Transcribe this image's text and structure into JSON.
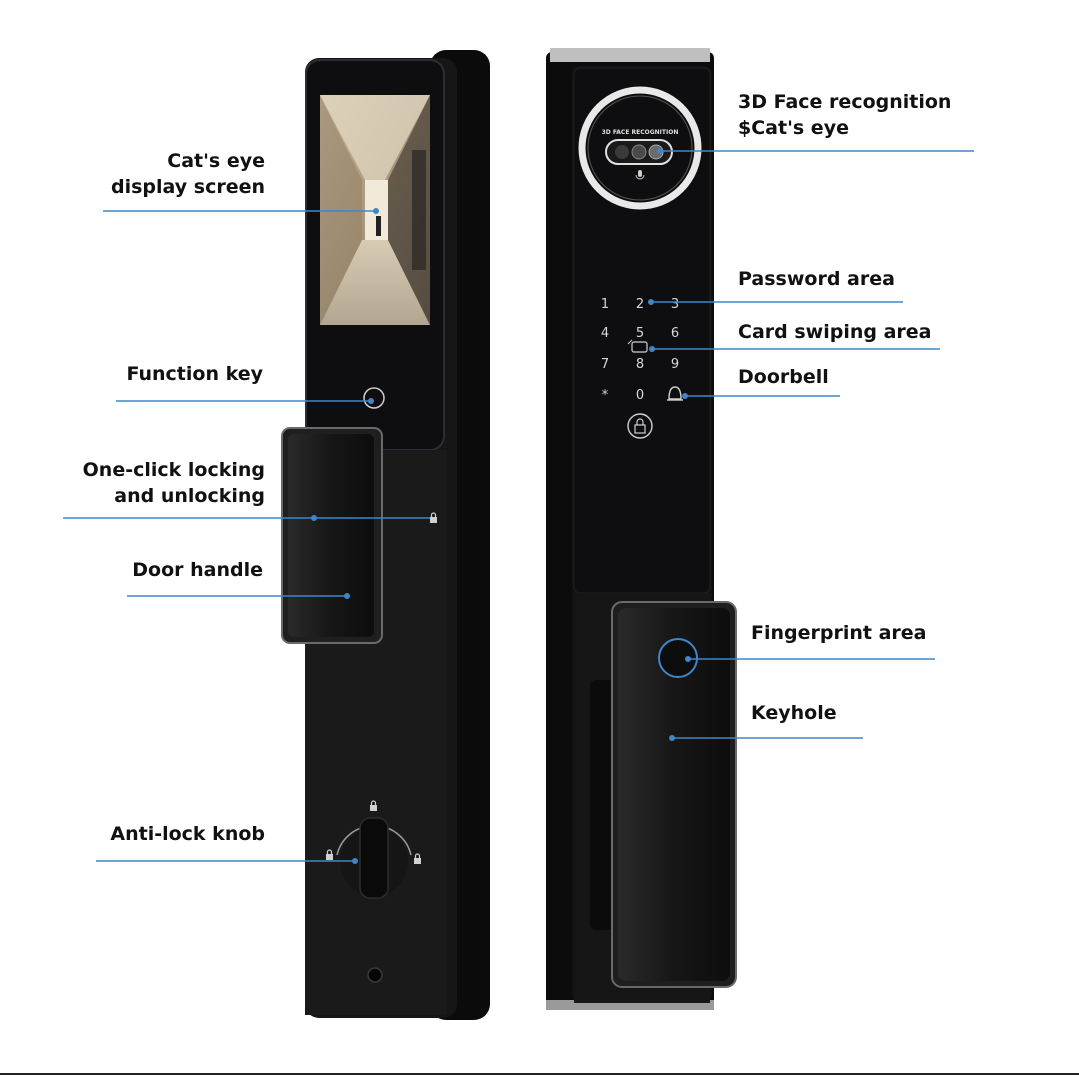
{
  "labels": {
    "cats_eye_display_1": "Cat's eye",
    "cats_eye_display_2": "display screen",
    "function_key": "Function key",
    "one_click_1": "One-click locking",
    "one_click_2": "and unlocking",
    "door_handle": "Door handle",
    "anti_lock_knob": "Anti-lock knob",
    "face_recognition_1": "3D Face recognition",
    "face_recognition_2": "$Cat's eye",
    "password_area": "Password area",
    "card_swiping_area": "Card swiping area",
    "doorbell": "Doorbell",
    "fingerprint_area": "Fingerprint area",
    "keyhole": "Keyhole"
  },
  "device": {
    "face_module_text": "3D FACE RECOGNITION",
    "keypad": [
      "1",
      "2",
      "3",
      "4",
      "5",
      "6",
      "7",
      "8",
      "9",
      "*",
      "0"
    ]
  },
  "colors": {
    "leader_line": "#3f86c8",
    "body": "#141414",
    "label_text": "#111111"
  }
}
